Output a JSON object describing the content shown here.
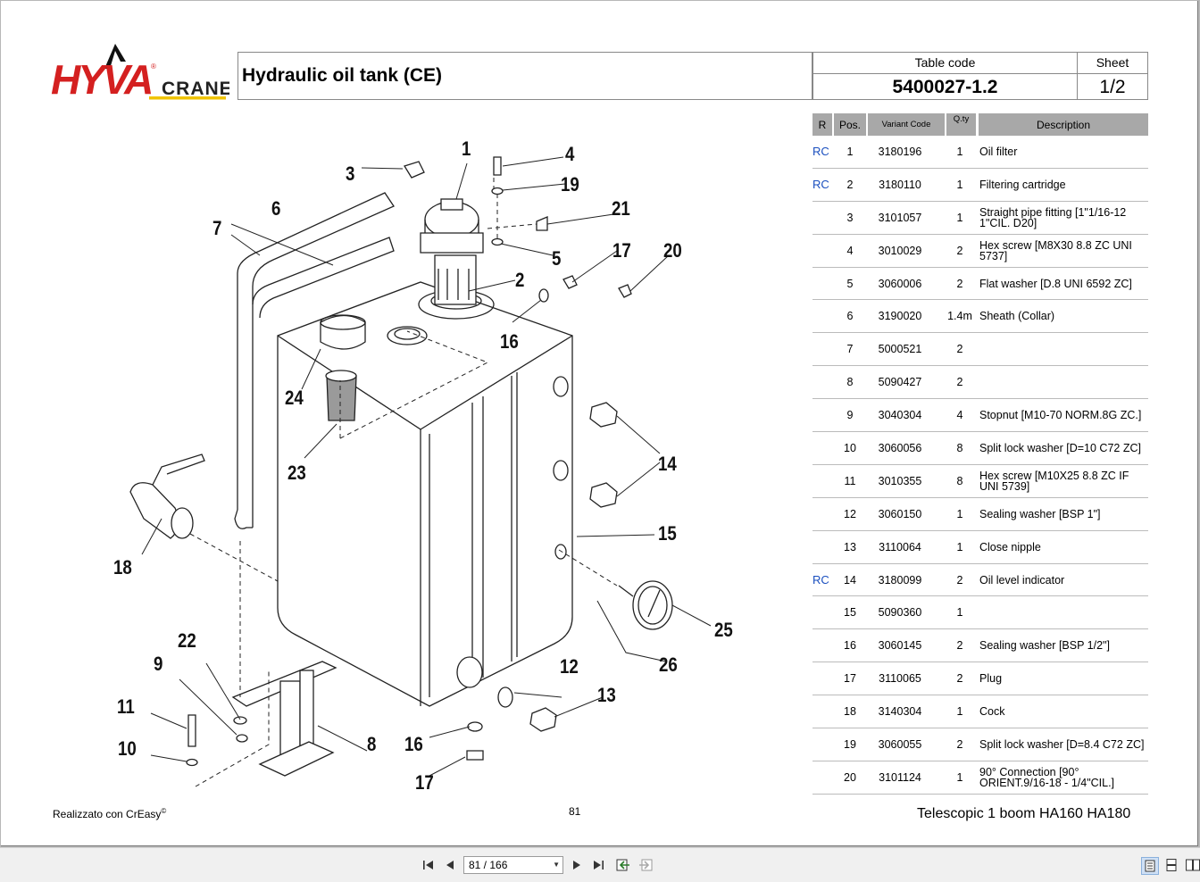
{
  "logo": {
    "brand": "HYVA",
    "sub": "CRANE",
    "reg": "®"
  },
  "header": {
    "title": "Hydraulic oil tank (CE)",
    "table_code_label": "Table code",
    "table_code": "5400027-1.2",
    "sheet_label": "Sheet",
    "sheet": "1/2"
  },
  "table": {
    "columns": {
      "r": "R",
      "pos": "Pos.",
      "variant": "Variant Code",
      "qty": "Q.ty",
      "desc": "Description"
    },
    "rows": [
      {
        "r": "RC",
        "pos": "1",
        "code": "3180196",
        "qty": "1",
        "desc": "Oil filter"
      },
      {
        "r": "RC",
        "pos": "2",
        "code": "3180110",
        "qty": "1",
        "desc": "Filtering cartridge"
      },
      {
        "r": "",
        "pos": "3",
        "code": "3101057",
        "qty": "1",
        "desc": "Straight pipe fitting  [1\"1/16-12 1\"CIL. D20]"
      },
      {
        "r": "",
        "pos": "4",
        "code": "3010029",
        "qty": "2",
        "desc": "Hex screw  [M8X30 8.8 ZC UNI 5737]"
      },
      {
        "r": "",
        "pos": "5",
        "code": "3060006",
        "qty": "2",
        "desc": "Flat washer  [D.8 UNI 6592 ZC]"
      },
      {
        "r": "",
        "pos": "6",
        "code": "3190020",
        "qty": "1.4m",
        "desc": "Sheath (Collar)"
      },
      {
        "r": "",
        "pos": "7",
        "code": "5000521",
        "qty": "2",
        "desc": ""
      },
      {
        "r": "",
        "pos": "8",
        "code": "5090427",
        "qty": "2",
        "desc": ""
      },
      {
        "r": "",
        "pos": "9",
        "code": "3040304",
        "qty": "4",
        "desc": "Stopnut  [M10-70 NORM.8G ZC.]"
      },
      {
        "r": "",
        "pos": "10",
        "code": "3060056",
        "qty": "8",
        "desc": "Split lock washer  [D=10 C72 ZC]"
      },
      {
        "r": "",
        "pos": "11",
        "code": "3010355",
        "qty": "8",
        "desc": "Hex screw  [M10X25 8.8 ZC IF UNI 5739]"
      },
      {
        "r": "",
        "pos": "12",
        "code": "3060150",
        "qty": "1",
        "desc": "Sealing washer  [BSP 1\"]"
      },
      {
        "r": "",
        "pos": "13",
        "code": "3110064",
        "qty": "1",
        "desc": "Close nipple"
      },
      {
        "r": "RC",
        "pos": "14",
        "code": "3180099",
        "qty": "2",
        "desc": "Oil level indicator"
      },
      {
        "r": "",
        "pos": "15",
        "code": "5090360",
        "qty": "1",
        "desc": ""
      },
      {
        "r": "",
        "pos": "16",
        "code": "3060145",
        "qty": "2",
        "desc": "Sealing washer  [BSP 1/2\"]"
      },
      {
        "r": "",
        "pos": "17",
        "code": "3110065",
        "qty": "2",
        "desc": "Plug"
      },
      {
        "r": "",
        "pos": "18",
        "code": "3140304",
        "qty": "1",
        "desc": "Cock"
      },
      {
        "r": "",
        "pos": "19",
        "code": "3060055",
        "qty": "2",
        "desc": "Split lock washer  [D=8.4 C72 ZC]"
      },
      {
        "r": "",
        "pos": "20",
        "code": "3101124",
        "qty": "1",
        "desc": "90° Connection  [90° ORIENT.9/16-18 - 1/4\"CIL.]"
      }
    ]
  },
  "drawing": {
    "callouts": [
      "1",
      "2",
      "3",
      "4",
      "5",
      "6",
      "7",
      "8",
      "9",
      "10",
      "11",
      "12",
      "13",
      "14",
      "15",
      "16",
      "16",
      "17",
      "17",
      "18",
      "19",
      "20",
      "21",
      "22",
      "23",
      "24",
      "25",
      "26"
    ]
  },
  "footer": {
    "made_with": "Realizzato con CrEasy",
    "copyright": "©",
    "page_number": "81",
    "model": "Telescopic 1 boom HA160 HA180"
  },
  "viewer": {
    "page_indicator": "81 / 166",
    "icons": [
      "first-page-icon",
      "prev-page-icon",
      "next-page-icon",
      "last-page-icon",
      "prev-view-icon",
      "next-view-icon",
      "single-page-icon",
      "continuous-icon",
      "facing-icon"
    ]
  }
}
